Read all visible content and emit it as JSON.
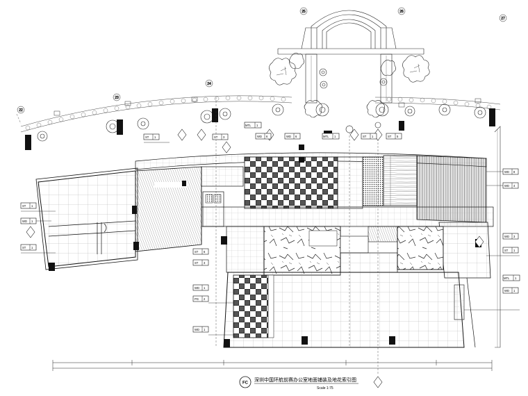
{
  "title": "深圳中国环航前赛办公室地面铺装及地花索引图",
  "scale": "Scale 1:75",
  "drawing_code": "FC",
  "grid_axes": [
    "25",
    "26",
    "27",
    "23",
    "24",
    "22"
  ],
  "left_tags": [
    {
      "code": "ST",
      "num": "1"
    },
    {
      "code": "WD",
      "num": "1"
    },
    {
      "code": "ST",
      "num": "1"
    }
  ],
  "top_tags": [
    {
      "code": "ST",
      "num": "1"
    },
    {
      "code": "ST",
      "num": "3"
    },
    {
      "code": "MTL",
      "num": "1"
    },
    {
      "code": "WD",
      "num": "6"
    },
    {
      "code": "WD",
      "num": "6"
    },
    {
      "code": "MTL",
      "num": "1"
    },
    {
      "code": "ST",
      "num": "1"
    },
    {
      "code": "ST",
      "num": "5"
    }
  ],
  "right_tags": [
    {
      "code": "WD",
      "num": "8"
    },
    {
      "code": "WD",
      "num": "4"
    },
    {
      "code": "WD",
      "num": "3"
    },
    {
      "code": "ST",
      "num": "1"
    },
    {
      "code": "MTL",
      "num": "1"
    },
    {
      "code": "WD",
      "num": "1"
    }
  ],
  "center_tags": [
    {
      "code": "ST",
      "num": "6"
    },
    {
      "code": "ST",
      "num": "3"
    },
    {
      "code": "WD",
      "num": "1"
    },
    {
      "code": "PG",
      "num": "2"
    },
    {
      "code": "WD",
      "num": "1"
    }
  ]
}
